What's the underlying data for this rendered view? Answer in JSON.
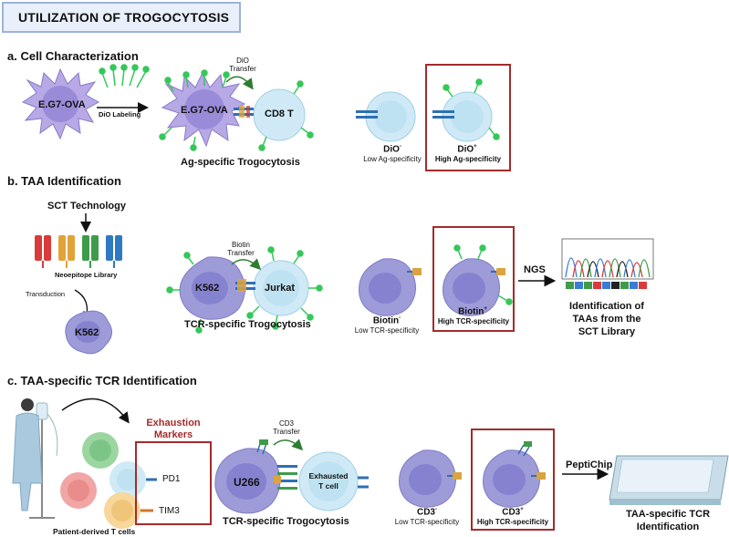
{
  "title": "UTILIZATION OF TROGOCYTOSIS",
  "sections": {
    "a": {
      "heading": "a. Cell Characterization",
      "cell_left": "E.G7-OVA",
      "step_label": "DiO Labeling",
      "cell_donor": "E.G7-OVA",
      "cell_target": "CD8 T",
      "transfer_line1": "DiO",
      "transfer_line2": "Transfer",
      "caption": "Ag-specific Trogocytosis",
      "neg_main": "DiO",
      "neg_sup": "-",
      "neg_sub": "Low Ag-specificity",
      "pos_main": "DiO",
      "pos_sup": "+",
      "pos_sub": "High Ag-specificity"
    },
    "b": {
      "heading": "b. TAA Identification",
      "sct": "SCT Technology",
      "library": "Neoepitope Library",
      "transduction": "Transduction",
      "k562_bottom": "K562",
      "cell_donor": "K562",
      "cell_target": "Jurkat",
      "transfer_line1": "Biotin",
      "transfer_line2": "Transfer",
      "caption": "TCR-specific Trogocytosis",
      "neg_main": "Biotin",
      "neg_sup": "-",
      "neg_sub": "Low TCR-specificity",
      "pos_main": "Biotin",
      "pos_sup": "+",
      "pos_sub": "High TCR-specificity",
      "arrow_label": "NGS",
      "result_line1": "Identification of",
      "result_line2": "TAAs from the",
      "result_line3": "SCT Library"
    },
    "c": {
      "heading": "c. TAA-specific TCR Identification",
      "markers_line1": "Exhaustion",
      "markers_line2": "Markers",
      "marker1": "PD1",
      "marker2": "TIM3",
      "patient": "Patient-derived T cells",
      "cell_donor": "U266",
      "cell_target_line1": "Exhausted",
      "cell_target_line2": "T cell",
      "transfer_line1": "CD3",
      "transfer_line2": "Transfer",
      "caption": "TCR-specific Trogocytosis",
      "neg_main": "CD3",
      "neg_sup": "-",
      "neg_sub": "Low TCR-specificity",
      "pos_main": "CD3",
      "pos_sup": "+",
      "pos_sub": "High TCR-specificity",
      "arrow_label": "PeptiChip",
      "result_line1": "TAA-specific TCR",
      "result_line2": "Identification"
    }
  },
  "colors": {
    "title_border": "#9bb3d8",
    "title_fill": "#e9f0fb",
    "highlight_box": "#a42b2b",
    "dendritic": "#b7a8e6",
    "t_cell": "#cfeaf6",
    "tumor_cell": "#8f8ed6",
    "dye": "#34c759",
    "tcr": "#2f6fb3",
    "antigen": "#d9a441"
  }
}
